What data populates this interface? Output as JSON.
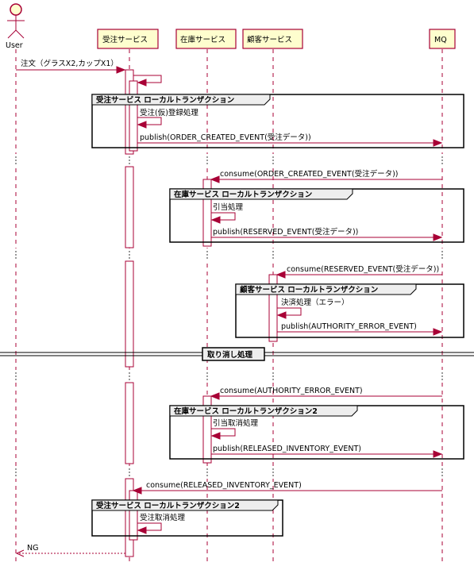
{
  "participants": {
    "user": "User",
    "order": "受注サービス",
    "stock": "在庫サービス",
    "customer": "顧客サービス",
    "mq": "MQ"
  },
  "messages": {
    "m1": "注文（グラスX2,カップX1）",
    "m2": "受注(仮)登録処理",
    "m3": "publish(ORDER_CREATED_EVENT(受注データ))",
    "m4": "consume(ORDER_CREATED_EVENT(受注データ))",
    "m5": "引当処理",
    "m6": "publish(RESERVED_EVENT(受注データ))",
    "m7": "consume(RESERVED_EVENT(受注データ))",
    "m8": "決済処理（エラー）",
    "m9": "publish(AUTHORITY_ERROR_EVENT)",
    "m10": "consume(AUTHORITY_ERROR_EVENT)",
    "m11": "引当取消処理",
    "m12": "publish(RELEASED_INVENTORY_EVENT)",
    "m13": "consume(RELEASED_INVENTORY_EVENT)",
    "m14": "受注取消処理",
    "m15": "NG"
  },
  "groups": {
    "g1": "受注サービス ローカルトランザクション",
    "g2": "在庫サービス ローカルトランザクション",
    "g3": "顧客サービス ローカルトランザクション",
    "g4": "在庫サービス ローカルトランザクション2",
    "g5": "受注サービス ローカルトランザクション2"
  },
  "separator": "取り消し処理",
  "colors": {
    "line": "#A80036",
    "participant_fill": "#FEFECE",
    "group_tab": "#EEEEEE"
  }
}
